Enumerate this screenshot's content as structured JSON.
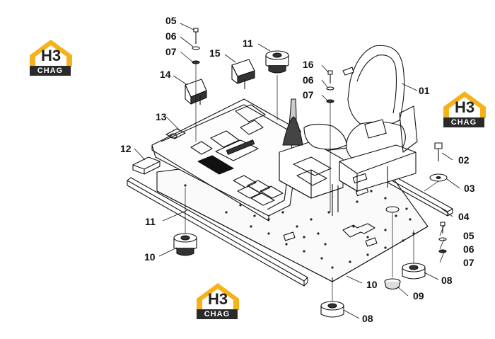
{
  "logo": {
    "mark_text": "H3",
    "brand_text": "CHAG",
    "colors": {
      "roof": "#f5b21a",
      "body": "#ffffff",
      "band": "#2a2a2a"
    }
  },
  "callouts": [
    {
      "id": "label-01",
      "text": "01"
    },
    {
      "id": "label-02",
      "text": "02"
    },
    {
      "id": "label-03",
      "text": "03"
    },
    {
      "id": "label-04",
      "text": "04"
    },
    {
      "id": "label-05-top",
      "text": "05"
    },
    {
      "id": "label-05-right",
      "text": "05"
    },
    {
      "id": "label-06-top",
      "text": "06"
    },
    {
      "id": "label-06-mid",
      "text": "06"
    },
    {
      "id": "label-06-right",
      "text": "06"
    },
    {
      "id": "label-07-top",
      "text": "07"
    },
    {
      "id": "label-07-mid",
      "text": "07"
    },
    {
      "id": "label-07-right",
      "text": "07"
    },
    {
      "id": "label-08-right",
      "text": "08"
    },
    {
      "id": "label-08-bottom",
      "text": "08"
    },
    {
      "id": "label-09",
      "text": "09"
    },
    {
      "id": "label-10",
      "text": "10"
    },
    {
      "id": "label-11-top",
      "text": "11"
    },
    {
      "id": "label-11-left",
      "text": "11"
    },
    {
      "id": "label-12",
      "text": "12"
    },
    {
      "id": "label-13",
      "text": "13"
    },
    {
      "id": "label-14",
      "text": "14"
    },
    {
      "id": "label-15-left",
      "text": "15"
    },
    {
      "id": "label-15-right",
      "text": "15"
    },
    {
      "id": "label-16",
      "text": "16"
    }
  ]
}
